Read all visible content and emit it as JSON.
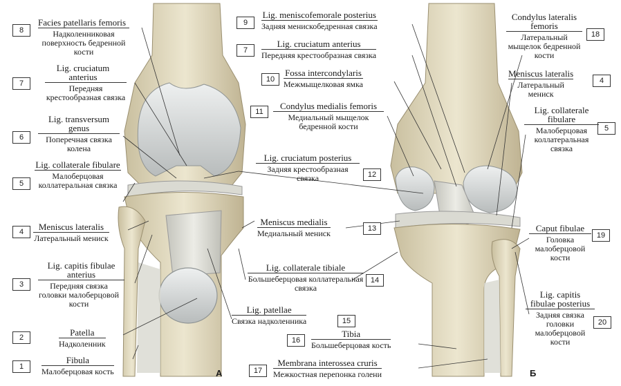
{
  "labels": [
    {
      "n": "8",
      "lat": "Facies patellaris femoris",
      "rus": "Надколенниковая поверхность бедренной кости"
    },
    {
      "n": "7",
      "lat": "Lig. cruciatum anterius",
      "rus": "Передняя крестообразная связка"
    },
    {
      "n": "6",
      "lat": "Lig. transversum genus",
      "rus": "Поперечная связка колена"
    },
    {
      "n": "5",
      "lat": "Lig. collaterale fibulare",
      "rus": "Малоберцовая коллатеральная связка"
    },
    {
      "n": "4",
      "lat": "Meniscus lateralis",
      "rus": "Латеральный мениск"
    },
    {
      "n": "3",
      "lat": "Lig. capitis fibulae anterius",
      "rus": "Передняя связка головки малоберцовой кости"
    },
    {
      "n": "2",
      "lat": "Patella",
      "rus": "Надколенник"
    },
    {
      "n": "1",
      "lat": "Fibula",
      "rus": "Малоберцовая кость"
    },
    {
      "n": "9",
      "lat": "Lig. meniscofemorale posterius",
      "rus": "Задняя менискобедренная связка"
    },
    {
      "n": "7",
      "lat": "Lig. cruciatum anterius",
      "rus": "Передняя крестообразная связка"
    },
    {
      "n": "10",
      "lat": "Fossa intercondylaris",
      "rus": "Межмыщелковая ямка"
    },
    {
      "n": "11",
      "lat": "Condylus medialis femoris",
      "rus": "Медиальный мыщелок бедренной кости"
    },
    {
      "n": "12",
      "lat": "Lig. cruciatum posterius",
      "rus": "Задняя крестообразная связка"
    },
    {
      "n": "13",
      "lat": "Meniscus medialis",
      "rus": "Медиальный мениск"
    },
    {
      "n": "14",
      "lat": "Lig. collaterale tibiale",
      "rus": "Большеберцовая коллатеральная связка"
    },
    {
      "n": "15",
      "lat": "Lig. patellae",
      "rus": "Связка надколенника"
    },
    {
      "n": "16",
      "lat": "Tibia",
      "rus": "Большеберцовая кость"
    },
    {
      "n": "17",
      "lat": "Membrana interossea cruris",
      "rus": "Межкостная перепонка голени"
    },
    {
      "n": "18",
      "lat": "Condylus lateralis femoris",
      "rus": "Латеральный мыщелок бедренной кости"
    },
    {
      "n": "4",
      "lat": "Meniscus lateralis",
      "rus": "Латеральный мениск"
    },
    {
      "n": "5",
      "lat": "Lig. collaterale fibulare",
      "rus": "Малоберцовая коллатеральная связка"
    },
    {
      "n": "19",
      "lat": "Caput fibulae",
      "rus": "Головка малоберцовой кости"
    },
    {
      "n": "20",
      "lat": "Lig. capitis fibulae posterius",
      "rus": "Задняя связка головки малоберцовой кости"
    }
  ],
  "panels": {
    "a": "А",
    "b": "Б"
  },
  "colors": {
    "bone": "#e6dfc6",
    "bone_shadow": "#b9ad8c",
    "cartilage": "#d9dcdc",
    "ligament": "#d6d6cf",
    "line": "#333333"
  }
}
